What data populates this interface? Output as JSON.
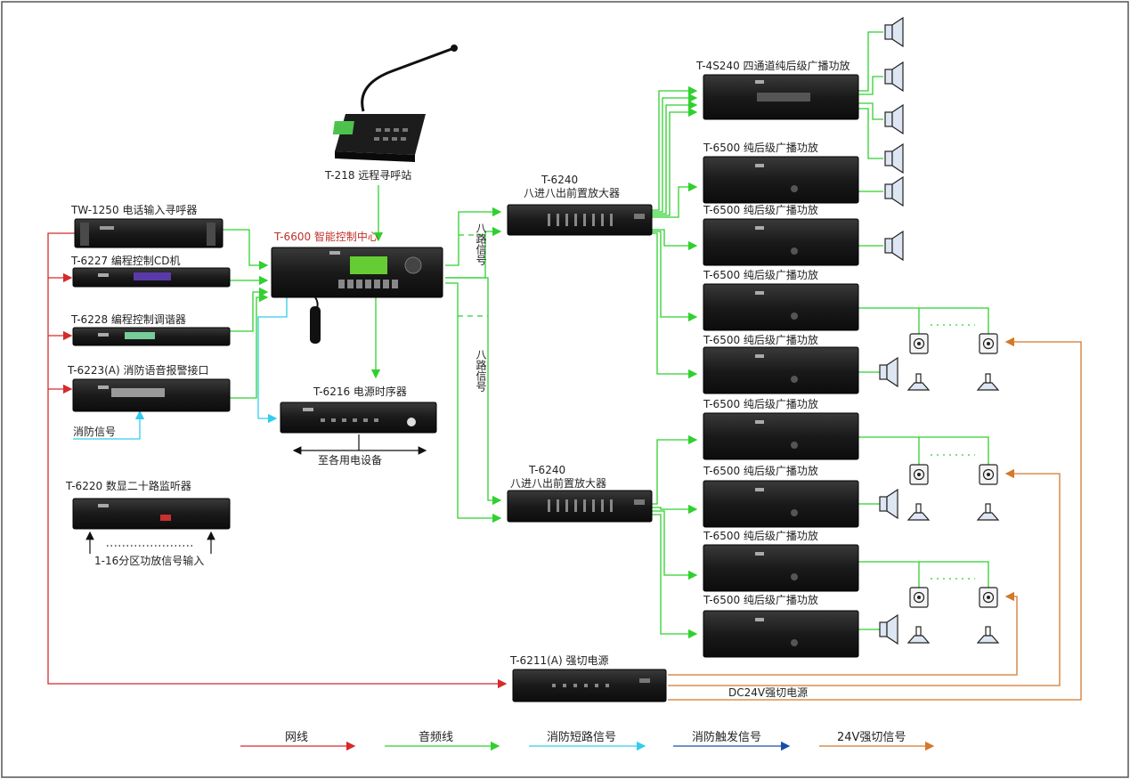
{
  "labels": {
    "mic": "T-218 远程寻呼站",
    "tw1250": "TW-1250 电话输入寻呼器",
    "t6227": "T-6227 编程控制CD机",
    "t6228": "T-6228 编程控制调谐器",
    "t6223": "T-6223(A) 消防语音报警接口",
    "fire_signal": "消防信号",
    "t6220": "T-6220 数显二十路监听器",
    "zone_input": "1-16分区功放信号输入",
    "t6600": "T-6600 智能控制中心",
    "t6216": "T-6216 电源时序器",
    "to_devices": "至各用电设备",
    "pre1_model": "T-6240",
    "pre1_desc": "八进八出前置放大器",
    "pre2_model": "T-6240",
    "pre2_desc": "八进八出前置放大器",
    "eight_path_1": "八路信号",
    "eight_path_2": "八路信号",
    "t4s240": "T-4S240 四通道纯后级广播功放",
    "t6500": "T-6500 纯后级广播功放",
    "t6211": "T-6211(A) 强切电源",
    "dc24": "DC24V强切电源"
  },
  "legend": [
    {
      "label": "网线",
      "color": "#d42b2b"
    },
    {
      "label": "音频线",
      "color": "#2fd12f"
    },
    {
      "label": "消防短路信号",
      "color": "#33ccee"
    },
    {
      "label": "消防触发信号",
      "color": "#1a4fa8"
    },
    {
      "label": "24V强切信号",
      "color": "#d4782a"
    }
  ],
  "colors": {
    "network": "#d42b2b",
    "audio": "#2fd12f",
    "fire_short": "#33ccee",
    "fire_trigger": "#1a4fa8",
    "strong_cut": "#d4782a"
  }
}
